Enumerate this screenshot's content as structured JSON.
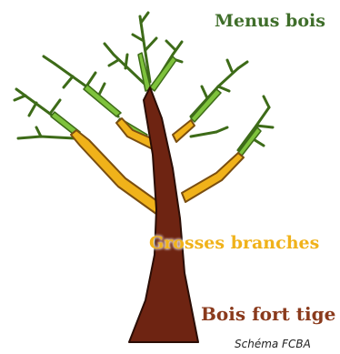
{
  "labels": {
    "menus_bois": "Menus bois",
    "grosses_branches": "Grosses branches",
    "bois_fort_tige": "Bois fort tige",
    "credit": "Schéma FCBA"
  },
  "colors": {
    "menus_bois": "#3f6e2a",
    "grosses_branches": "#f0b21a",
    "bois_fort_tige": "#8a3a1c",
    "twig_fill": "#7ec23c",
    "twig_stroke": "#3d6b18",
    "branch_stroke": "#7a4e10",
    "trunk_fill": "#6e2412",
    "trunk_stroke": "#2a0d05"
  }
}
